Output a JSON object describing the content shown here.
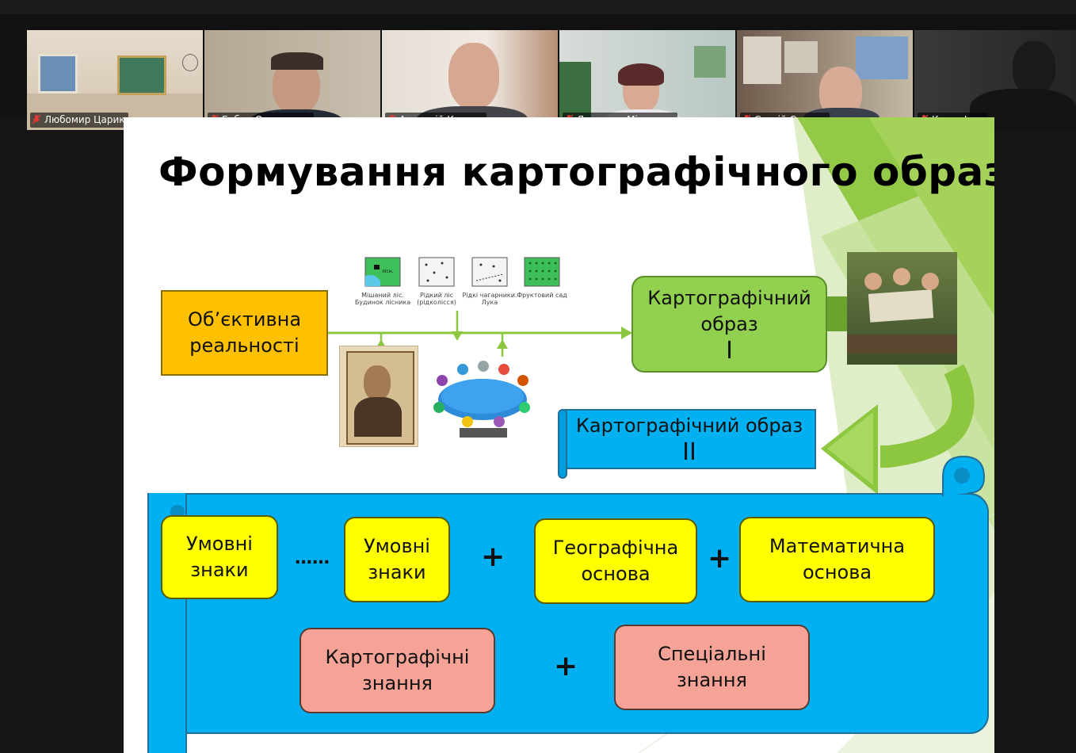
{
  "participants": [
    {
      "name": "Любомир Царик"
    },
    {
      "name": "Бубир Олександр"
    },
    {
      "name": "Анатолій Корнус"
    },
    {
      "name": "Людмила Міронець"
    },
    {
      "name": "Сергій Сонько"
    },
    {
      "name": "Кузик Ігор"
    }
  ],
  "slide": {
    "title": "Формування картографічного образу",
    "objective_reality": "Об’єктивна реальності",
    "image1": {
      "title": "Картографічний образ",
      "numeral": "I"
    },
    "image2": {
      "title": "Картографічний образ",
      "numeral": "II"
    },
    "map_legend": [
      {
        "label": "Мішаний ліс. Будинок лісника",
        "mark": "лісн."
      },
      {
        "label": "Рідкий ліс (рідколісся)"
      },
      {
        "label": "Рідкі чагарники. Лука"
      },
      {
        "label": "Фруктовий сад"
      }
    ],
    "signs1": "Умовні знаки",
    "dots": "……",
    "signs2": "Умовні знаки",
    "plus": "+",
    "geo_base": "Географічна основа",
    "math_base": "Математична основа",
    "carto_knowledge": "Картографічні знання",
    "special_knowledge": "Спеціальні знання"
  },
  "colors": {
    "accent_green": "#8dc63f",
    "orange": "#ffc000",
    "cyan": "#00b0f0",
    "yellow": "#ffff00",
    "salmon": "#f4a396"
  }
}
